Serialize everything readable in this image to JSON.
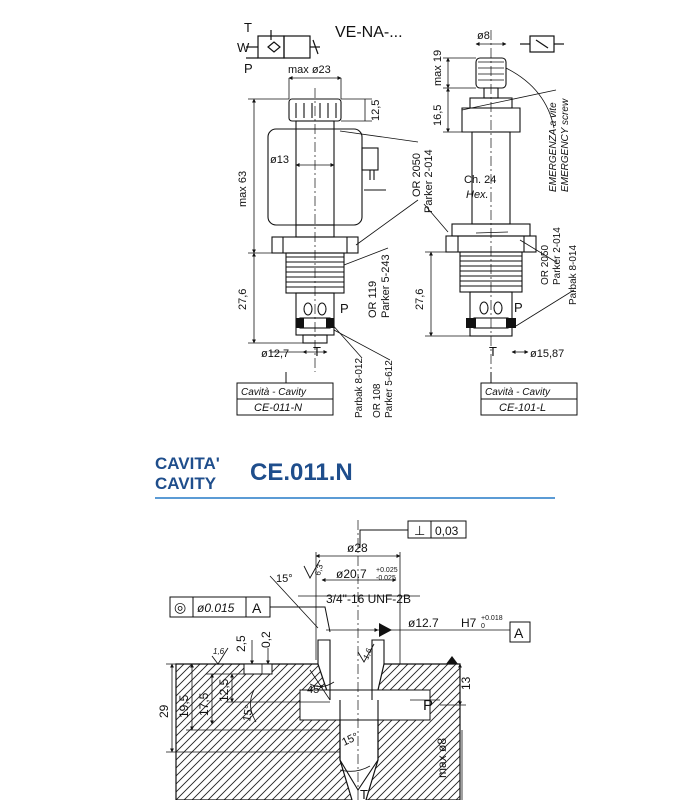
{
  "header": {
    "model_code": "VE-NA-..."
  },
  "symbol": {
    "port_t": "T",
    "port_w": "W",
    "port_p": "P"
  },
  "left_view": {
    "max_diameter": "max ø23",
    "dim_12_5": "12,5",
    "diameter_13": "ø13",
    "height_max_63": "max 63",
    "or_2050_line1": "OR 2050",
    "or_2050_line2": "Parker 2-014",
    "or_119_line1": "OR 119",
    "or_119_line2": "Parker 5-243",
    "dim_27_6": "27,6",
    "port_p": "P",
    "port_t": "T",
    "diameter_12_7": "ø12,7",
    "parbak_line1": "Parbak 8-012",
    "or_108_line1": "OR 108",
    "or_108_line2": "Parker 5-612",
    "cavity_label": "Cavità - Cavity",
    "cavity_code": "CE-011-N"
  },
  "right_view": {
    "diameter_8": "ø8",
    "max_19": "max 19",
    "dim_16_5": "16,5",
    "emergency_line1": "EMERGENZA a vite",
    "emergency_line2": "EMERGENCY screw",
    "hex_line1": "Ch. 24",
    "hex_line2": "Hex.",
    "or_2050_line1": "OR 2050",
    "or_2050_line2": "Parker 2-014",
    "parbak_label": "Parbak 8-014",
    "dim_27_6": "27,6",
    "port_p": "P",
    "port_t": "T",
    "diameter_15_87": "ø15,87",
    "cavity_label": "Cavità - Cavity",
    "cavity_code": "CE-101-L"
  },
  "section": {
    "heading_it": "CAVITA'",
    "heading_en": "CAVITY",
    "code": "CE.011.N"
  },
  "cavity_drawing": {
    "perpendicularity_symbol": "⊥",
    "perpendicularity_value": "0,03",
    "diameter_28": "ø28",
    "angle_15": "15°",
    "roughness_6_3": "6,3",
    "diameter_20_7": "ø20.7",
    "tol_20_7_upper": "+0.025",
    "tol_20_7_lower": "-0.025",
    "concentricity_symbol": "◎",
    "concentricity_value": "ø0.015",
    "datum_a": "A",
    "thread": "3/4\"-16 UNF-2B",
    "diameter_12_7": "ø12.7",
    "fit_h7": "H7",
    "tol_h7_upper": "+0.018",
    "tol_h7_lower": "0",
    "roughness_1_6": "1,6",
    "roughness_1_6_b": "1,6",
    "dim_0_2": "0,2",
    "dim_2_5": "2,5",
    "dim_12_5": "12,5",
    "dim_17_5": "17,5",
    "dim_19_5": "19,5",
    "dim_29": "29",
    "angle_45": "45°",
    "angle_15_b": "15°",
    "angle_15_c": "15°",
    "port_p": "P",
    "dim_13": "13",
    "max_diameter_8": "max ø8",
    "port_t": "T"
  }
}
